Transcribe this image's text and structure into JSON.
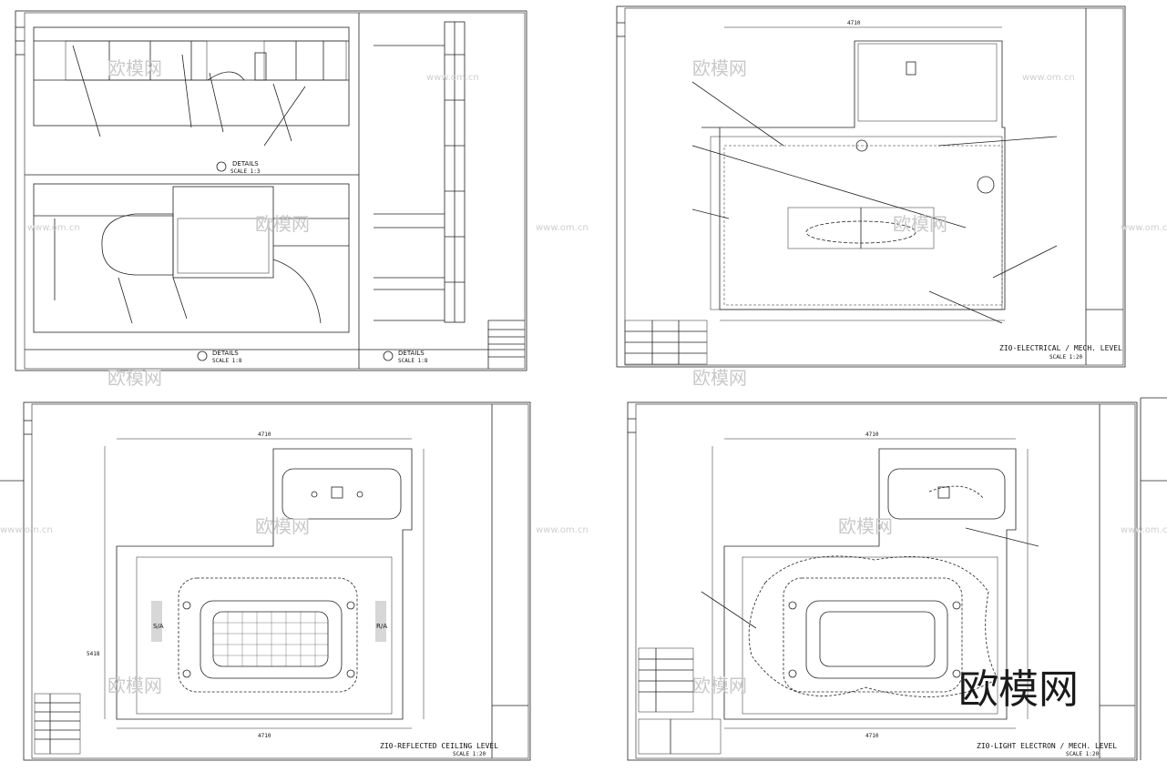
{
  "sheets": {
    "details": {
      "detail_a_label": "DETAILS",
      "detail_a_scale": "SCALE 1:3",
      "detail_b_label": "DETAILS",
      "detail_b_scale": "SCALE 1:8",
      "detail_c_label": "DETAILS",
      "detail_c_scale": "SCALE 1:8"
    },
    "electrical": {
      "title": "ZI0-ELECTRICAL / MECH. LEVEL",
      "scale": "SCALE 1:20",
      "top_dim": "4710"
    },
    "ceiling": {
      "title": "ZI0-REFLECTED CEILING LEVEL",
      "scale": "SCALE 1:20",
      "top_dim": "4710",
      "bottom_dim": "4710",
      "left_dim": "5418",
      "sa_label": "S/A",
      "ra_label": "R/A"
    },
    "light": {
      "title": "ZI0-LIGHT ELECTRON / MECH. LEVEL",
      "scale": "SCALE 1:20",
      "top_dim": "4710",
      "bottom_dim": "4710"
    }
  },
  "watermark": {
    "text_cn": "欧模网",
    "url": "www.om.cn"
  },
  "brand_logo": "欧模网"
}
